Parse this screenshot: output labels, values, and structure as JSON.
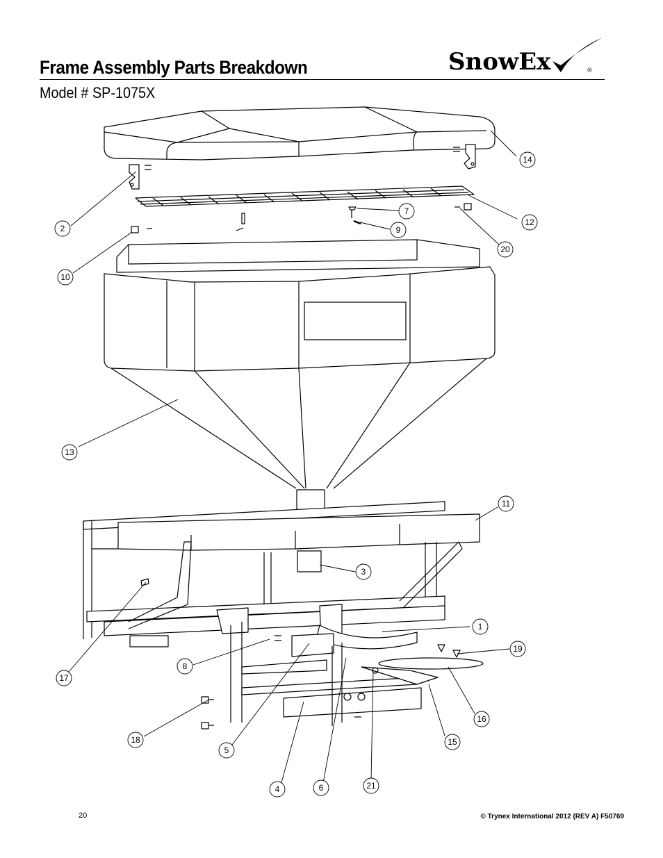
{
  "header": {
    "title": "Frame Assembly Parts Breakdown",
    "model": "Model # SP-1075X",
    "logo": {
      "text": "SnowEx",
      "mark": "®",
      "icon": "check-swoosh"
    }
  },
  "callouts": [
    {
      "id": "c1",
      "label": "1"
    },
    {
      "id": "c2",
      "label": "2"
    },
    {
      "id": "c3",
      "label": "3"
    },
    {
      "id": "c4",
      "label": "4"
    },
    {
      "id": "c5",
      "label": "5"
    },
    {
      "id": "c6",
      "label": "6"
    },
    {
      "id": "c7",
      "label": "7"
    },
    {
      "id": "c8",
      "label": "8"
    },
    {
      "id": "c9",
      "label": "9"
    },
    {
      "id": "c10",
      "label": "10"
    },
    {
      "id": "c11",
      "label": "11"
    },
    {
      "id": "c12",
      "label": "12"
    },
    {
      "id": "c13",
      "label": "13"
    },
    {
      "id": "c14",
      "label": "14"
    },
    {
      "id": "c15",
      "label": "15"
    },
    {
      "id": "c16",
      "label": "16"
    },
    {
      "id": "c17",
      "label": "17"
    },
    {
      "id": "c18",
      "label": "18"
    },
    {
      "id": "c19",
      "label": "19"
    },
    {
      "id": "c20",
      "label": "20"
    },
    {
      "id": "c21",
      "label": "21"
    }
  ],
  "footer": {
    "page_number": "20",
    "copyright": "© Trynex International 2012  (REV A) F50769"
  }
}
